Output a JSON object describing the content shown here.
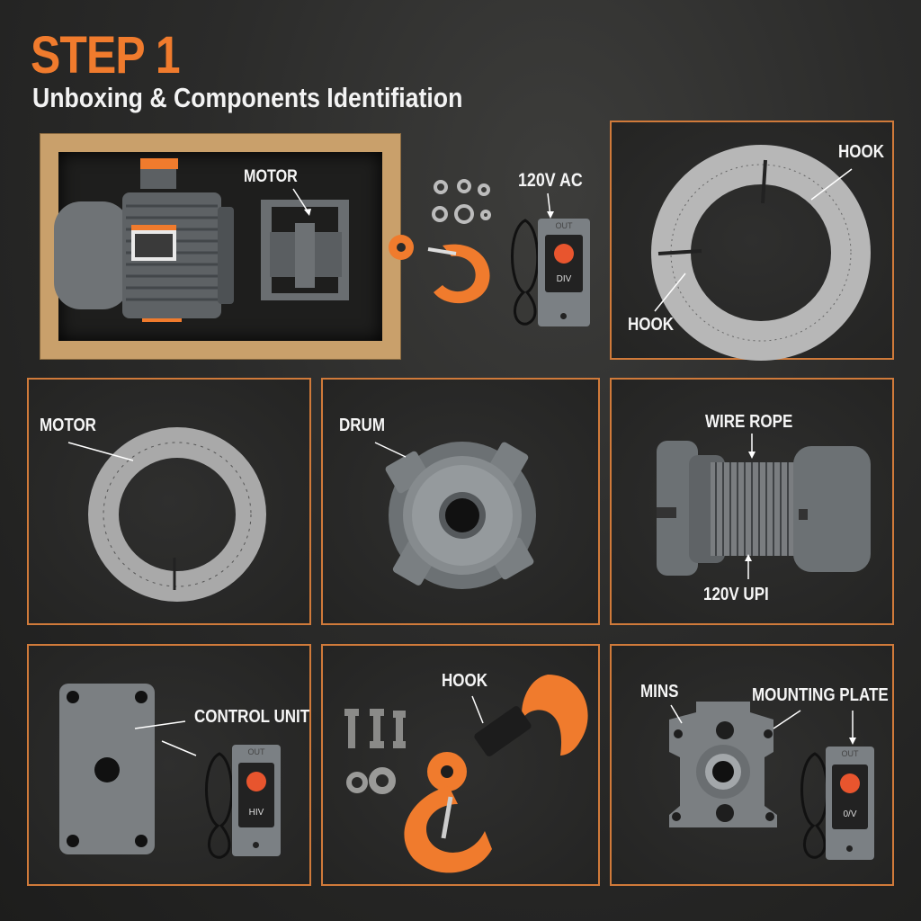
{
  "header": {
    "title": "STEP 1",
    "subtitle": "Unboxing & Components Identifiation"
  },
  "colors": {
    "accent_orange": "#f07b2d",
    "panel_border": "#d07a3a",
    "background": "#2b2b2a",
    "cardboard": "#c9a06b",
    "metal_gray": "#6f7376"
  },
  "box_section": {
    "motor_label": "MOTOR",
    "voltage_label": "120V AC",
    "pendant": {
      "top_text": "OUT",
      "bottom_text": "DIV"
    }
  },
  "panels": [
    {
      "id": "wire-coil-top",
      "labels": [
        "HOOK",
        "HOOK"
      ]
    },
    {
      "id": "wire-coil",
      "labels": [
        "MOTOR"
      ]
    },
    {
      "id": "drum-flange",
      "labels": [
        "DRUM"
      ]
    },
    {
      "id": "drum-spool",
      "labels": [
        "WIRE ROPE",
        "120V  UPI"
      ]
    },
    {
      "id": "plate-and-pendant",
      "labels": [
        "CONTROL UNIT"
      ],
      "pendant": {
        "top_text": "OUT",
        "bottom_text": "HIV"
      }
    },
    {
      "id": "hook-and-bolts",
      "labels": [
        "HOOK"
      ]
    },
    {
      "id": "mounting-plate",
      "labels": [
        "MINS",
        "MOUNTING PLATE"
      ],
      "pendant": {
        "top_text": "OUT",
        "bottom_text": "0/V"
      }
    }
  ]
}
